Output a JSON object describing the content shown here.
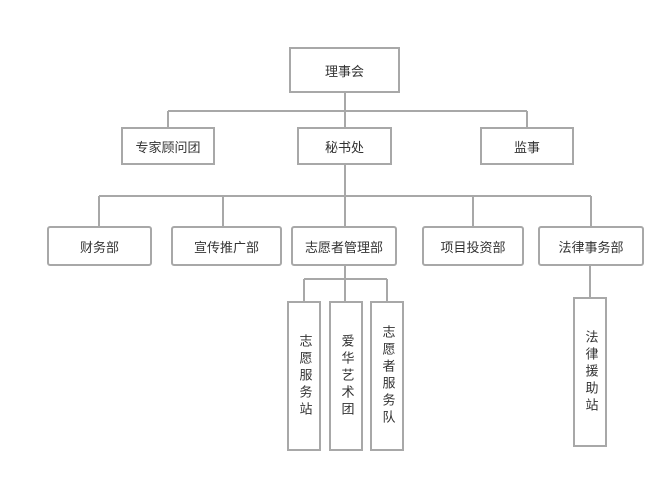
{
  "org": {
    "root": "理事会",
    "level1": {
      "experts": "专家顾问团",
      "secretariat": "秘书处",
      "supervisor": "监事"
    },
    "departments": {
      "finance": "财务部",
      "publicity": "宣传推广部",
      "volunteer_mgmt": "志愿者管理部",
      "investment": "项目投资部",
      "legal": "法律事务部"
    },
    "sub_units": {
      "volunteer_station": "志愿服务站",
      "aihua_art": "爱华艺术团",
      "volunteer_team": "志愿者服务队",
      "legal_aid": "法律援助站"
    }
  }
}
